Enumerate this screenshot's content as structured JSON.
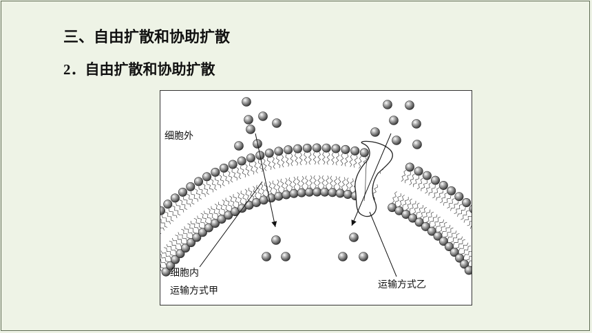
{
  "slide": {
    "section_title": "三、自由扩散和协助扩散",
    "subsection_number": "2．",
    "subsection_title": "自由扩散和协助扩散"
  },
  "diagram": {
    "label_outside": "细胞外",
    "label_inside": "细胞内",
    "label_mode_a": "运输方式甲",
    "label_mode_b": "运输方式乙"
  }
}
